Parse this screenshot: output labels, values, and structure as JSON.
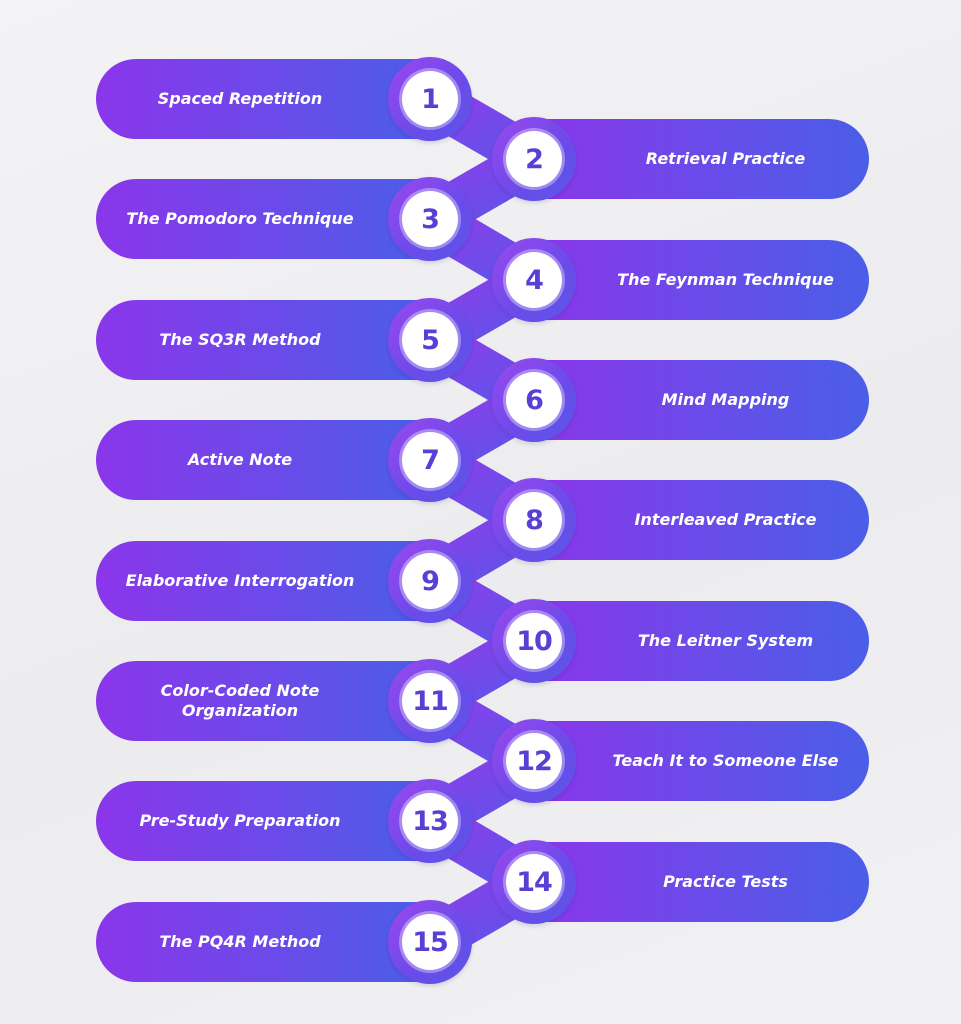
{
  "colors": {
    "background": "#eeeef0",
    "gradient_start": "#8a36ea",
    "gradient_end": "#4a5ee8",
    "number_text": "#5a3fd6",
    "label_text": "#ffffff"
  },
  "steps": [
    {
      "number": "1",
      "label": "Spaced Repetition",
      "side": "left"
    },
    {
      "number": "2",
      "label": "Retrieval Practice",
      "side": "right"
    },
    {
      "number": "3",
      "label": "The Pomodoro Technique",
      "side": "left"
    },
    {
      "number": "4",
      "label": "The Feynman Technique",
      "side": "right"
    },
    {
      "number": "5",
      "label": "The SQ3R Method",
      "side": "left"
    },
    {
      "number": "6",
      "label": "Mind Mapping",
      "side": "right"
    },
    {
      "number": "7",
      "label": "Active Note",
      "side": "left"
    },
    {
      "number": "8",
      "label": "Interleaved Practice",
      "side": "right"
    },
    {
      "number": "9",
      "label": "Elaborative Interrogation",
      "side": "left"
    },
    {
      "number": "10",
      "label": "The Leitner System",
      "side": "right"
    },
    {
      "number": "11",
      "label": "Color-Coded Note\nOrganization",
      "side": "left"
    },
    {
      "number": "12",
      "label": "Teach It to Someone Else",
      "side": "right"
    },
    {
      "number": "13",
      "label": "Pre-Study Preparation",
      "side": "left"
    },
    {
      "number": "14",
      "label": "Practice Tests",
      "side": "right"
    },
    {
      "number": "15",
      "label": "The PQ4R Method",
      "side": "left"
    }
  ]
}
